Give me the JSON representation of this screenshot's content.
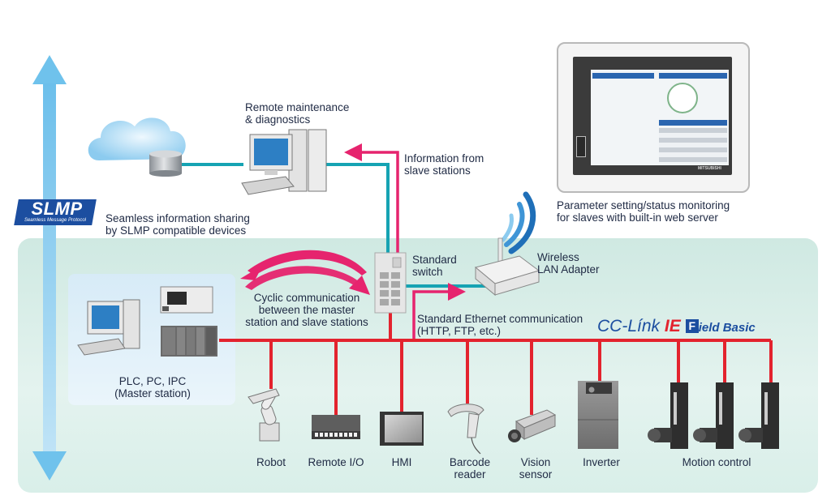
{
  "title": "CC-Link IE Field Basic network overview",
  "colors": {
    "cyclic_red": "#e3232e",
    "info_pink": "#e6246e",
    "ethernet_teal": "#16a3b3",
    "slmp_blue": "#1c4ea0",
    "arrow_lightblue": "#6fc2ec",
    "field_bg": "#d9efe9"
  },
  "slmp": {
    "logo_text": "SLMP",
    "logo_subtitle": "Seamless Message Protocol",
    "description_line1": "Seamless information sharing",
    "description_line2": "by SLMP compatible devices"
  },
  "remote": {
    "label_line1": "Remote maintenance",
    "label_line2": "& diagnostics",
    "info_line1": "Information from",
    "info_line2": "slave stations"
  },
  "web_hmi": {
    "label_line1": "Parameter setting/status monitoring",
    "label_line2": "for slaves with built-in web server",
    "brand": "MITSUBISHI"
  },
  "switch": {
    "label_line1": "Standard",
    "label_line2": "switch"
  },
  "wireless": {
    "label_line1": "Wireless",
    "label_line2": "LAN Adapter"
  },
  "cyclic": {
    "line1": "Cyclic communication",
    "line2": "between the master",
    "line3": "station and slave stations"
  },
  "ethernet": {
    "line1": "Standard Ethernet communication",
    "line2": "(HTTP, FTP, etc.)"
  },
  "cclink": {
    "cc": "CC-Línk",
    "ie": "IE",
    "f": "F",
    "field_basic": "ield Basic"
  },
  "master": {
    "line1": "PLC, PC, IPC",
    "line2": "(Master station)"
  },
  "devices": [
    {
      "id": "robot",
      "line1": "Robot",
      "line2": ""
    },
    {
      "id": "remote-io",
      "line1": "Remote I/O",
      "line2": ""
    },
    {
      "id": "hmi",
      "line1": "HMI",
      "line2": ""
    },
    {
      "id": "barcode",
      "line1": "Barcode",
      "line2": "reader"
    },
    {
      "id": "vision",
      "line1": "Vision",
      "line2": "sensor"
    },
    {
      "id": "inverter",
      "line1": "Inverter",
      "line2": ""
    },
    {
      "id": "motion",
      "line1": "Motion control",
      "line2": ""
    }
  ]
}
